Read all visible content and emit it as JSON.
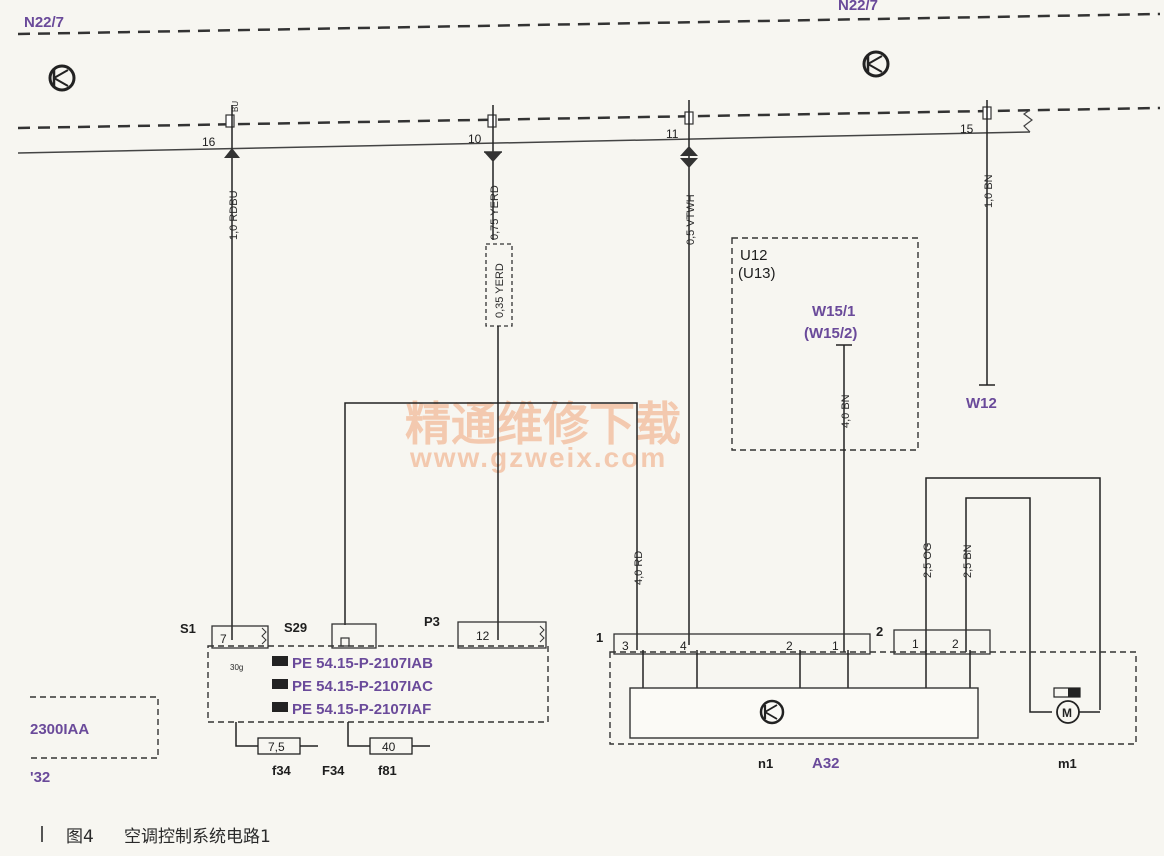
{
  "connectors": {
    "top_left": "N22/7",
    "top_right": "N22/7"
  },
  "pins": {
    "p16": "16",
    "p10": "10",
    "p11": "11",
    "p15": "15",
    "s1_pin": "7",
    "s1_sub": "30g",
    "p3_pin": "12",
    "a32_p3": "3",
    "a32_p4": "4",
    "a32_p2": "2",
    "a32_p1": "1",
    "m1_p1": "1",
    "m1_p2": "2",
    "group1": "1",
    "group2": "2"
  },
  "wires": {
    "w16": "1,0 RDBU",
    "w10": "0,75 YERD",
    "w10b": "0,35 YERD",
    "w11": "0,5 VTWH",
    "w15": "1,0 BN",
    "wU12": "4,0 BN",
    "wRD": "4,0 RD",
    "wOG": "2,5 OG",
    "wBN": "2,5 BN"
  },
  "components": {
    "u12": "U12",
    "u13": "(U13)",
    "w15_1": "W15/1",
    "w15_2": "(W15/2)",
    "w12": "W12",
    "s1": "S1",
    "s29": "S29",
    "p3": "P3",
    "f34_label": "f34",
    "F34_label": "F34",
    "f81_label": "f81",
    "fuse1": "7,5",
    "fuse2": "40",
    "n1": "n1",
    "a32": "A32",
    "m1": "m1",
    "left_box": "2300IAA",
    "left_box_bottom": "'32",
    "motor": "M"
  },
  "references": [
    "PE 54.15-P-2107IAB",
    "PE 54.15-P-2107IAC",
    "PE 54.15-P-2107IAF"
  ],
  "watermark": {
    "cn": "精通维修下载",
    "url": "www.gzweix.com"
  },
  "caption": {
    "fig": "图4",
    "title": "空调控制系统电路1"
  }
}
